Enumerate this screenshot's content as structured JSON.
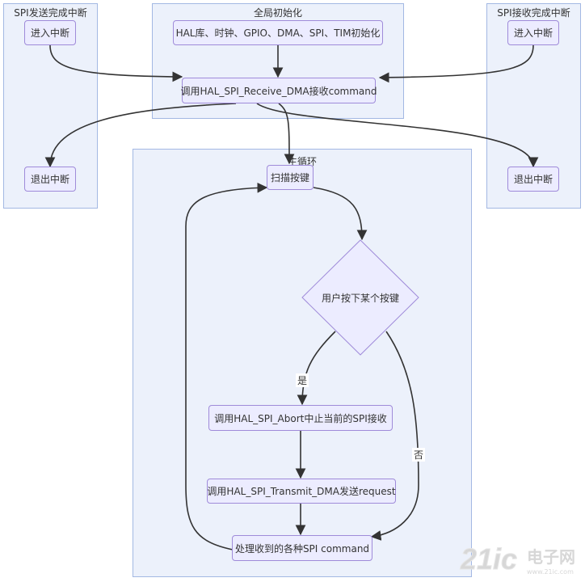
{
  "clusters": {
    "spi_tx": {
      "title": "SPI发送完成中断"
    },
    "init": {
      "title": "全局初始化"
    },
    "spi_rx": {
      "title": "SPI接收完成中断"
    },
    "loop": {
      "title": "主循环"
    }
  },
  "nodes": {
    "tx_enter": "进入中断",
    "tx_exit": "退出中断",
    "init_hal": "HAL库、时钟、GPIO、DMA、SPI、TIM初始化",
    "receive_dma": "调用HAL_SPI_Receive_DMA接收command",
    "rx_enter": "进入中断",
    "rx_exit": "退出中断",
    "scan_keys": "扫描按键",
    "decision": "用户按下某个按键",
    "abort": "调用HAL_SPI_Abort中止当前的SPI接收",
    "transmit": "调用HAL_SPI_Transmit_DMA发送request",
    "process": "处理收到的各种SPI command"
  },
  "edge_labels": {
    "yes": "是",
    "no": "否"
  },
  "watermark": {
    "text": "21ic",
    "cn": "电子网",
    "url": "www.21ic.com"
  },
  "colors": {
    "cluster_fill": "#ECF1FB",
    "cluster_border": "#A3B8E3",
    "node_fill": "#ECECFF",
    "node_border": "#9F8BD9",
    "edge": "#333333"
  }
}
